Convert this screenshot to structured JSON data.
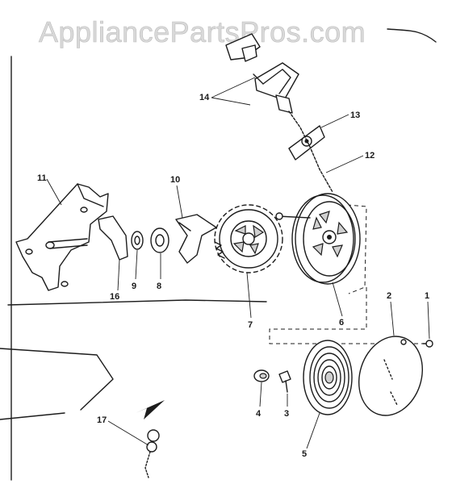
{
  "watermark": {
    "text": "AppliancePartsPros.com"
  },
  "callouts": {
    "c1": "1",
    "c2": "2",
    "c3": "3",
    "c4": "4",
    "c5": "5",
    "c6": "6",
    "c7": "7",
    "c8": "8",
    "c9": "9",
    "c10": "10",
    "c11": "11",
    "c12": "12",
    "c13": "13",
    "c14": "14",
    "c16": "16",
    "c17": "17"
  }
}
